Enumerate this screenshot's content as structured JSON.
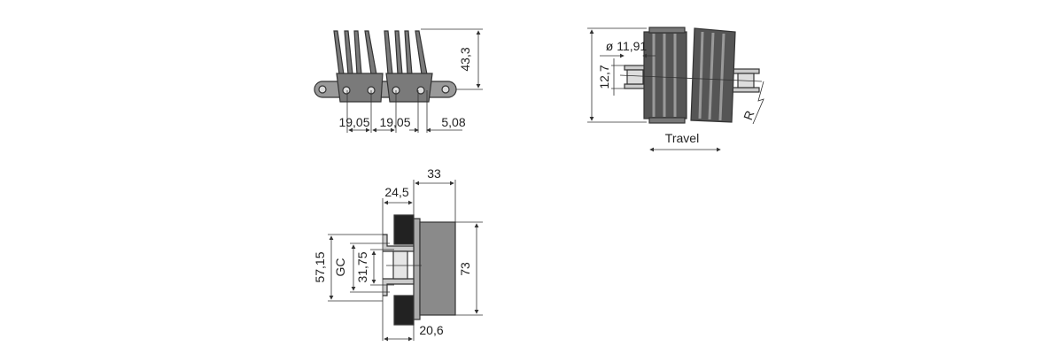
{
  "side_view": {
    "height_dim": "43,3",
    "pitch_1": "19,05",
    "pitch_2": "19,05",
    "offset_dim": "5,08"
  },
  "top_view": {
    "roller_diameter": "ø 11,91",
    "chain_width": "12,7",
    "radius_label": "R",
    "travel_label": "Travel"
  },
  "end_view": {
    "overall_width": "33",
    "roller_offset": "24,5",
    "bottom_width": "20,6",
    "height_73": "73",
    "height_57": "57,15",
    "guide_clearance": "GC",
    "inner_height": "31,75"
  },
  "colors": {
    "body": "#7a7a7a",
    "dark": "#2a2a2a",
    "line": "#333333"
  }
}
